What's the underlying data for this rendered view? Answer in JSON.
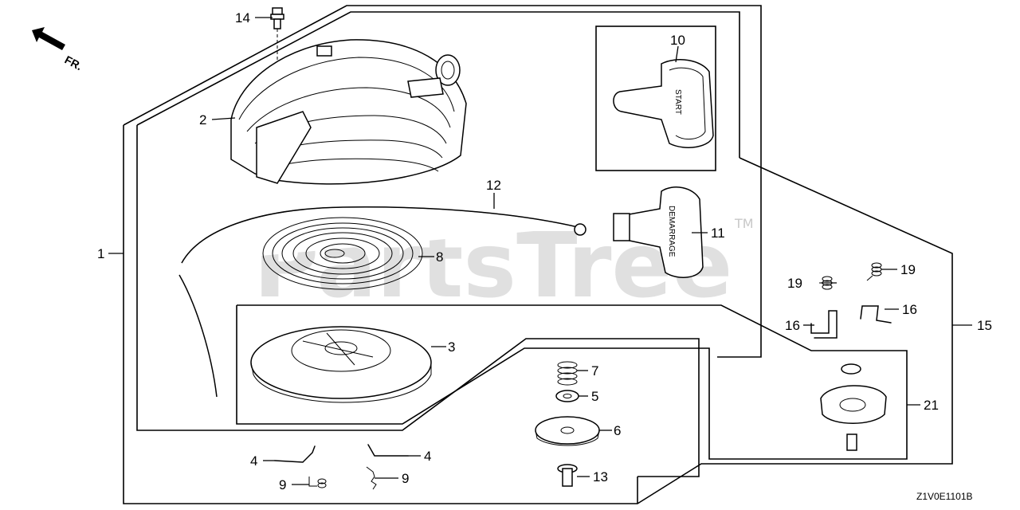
{
  "watermark": {
    "text": "PartsTree",
    "trademark": "TM"
  },
  "orientation": {
    "label": "FR."
  },
  "drawing_code": "Z1V0E1101B",
  "handle_labels": {
    "start": "START",
    "demarrage": "DEMARRAGE"
  },
  "callouts": [
    {
      "id": "c14",
      "num": "14"
    },
    {
      "id": "c2",
      "num": "2"
    },
    {
      "id": "c10",
      "num": "10"
    },
    {
      "id": "c12",
      "num": "12"
    },
    {
      "id": "c11",
      "num": "11"
    },
    {
      "id": "c1",
      "num": "1"
    },
    {
      "id": "c8",
      "num": "8"
    },
    {
      "id": "c19a",
      "num": "19"
    },
    {
      "id": "c19b",
      "num": "19"
    },
    {
      "id": "c16a",
      "num": "16"
    },
    {
      "id": "c16b",
      "num": "16"
    },
    {
      "id": "c15",
      "num": "15"
    },
    {
      "id": "c3",
      "num": "3"
    },
    {
      "id": "c7",
      "num": "7"
    },
    {
      "id": "c5",
      "num": "5"
    },
    {
      "id": "c6",
      "num": "6"
    },
    {
      "id": "c21",
      "num": "21"
    },
    {
      "id": "c4a",
      "num": "4"
    },
    {
      "id": "c4b",
      "num": "4"
    },
    {
      "id": "c9a",
      "num": "9"
    },
    {
      "id": "c9b",
      "num": "9"
    },
    {
      "id": "c13",
      "num": "13"
    }
  ]
}
